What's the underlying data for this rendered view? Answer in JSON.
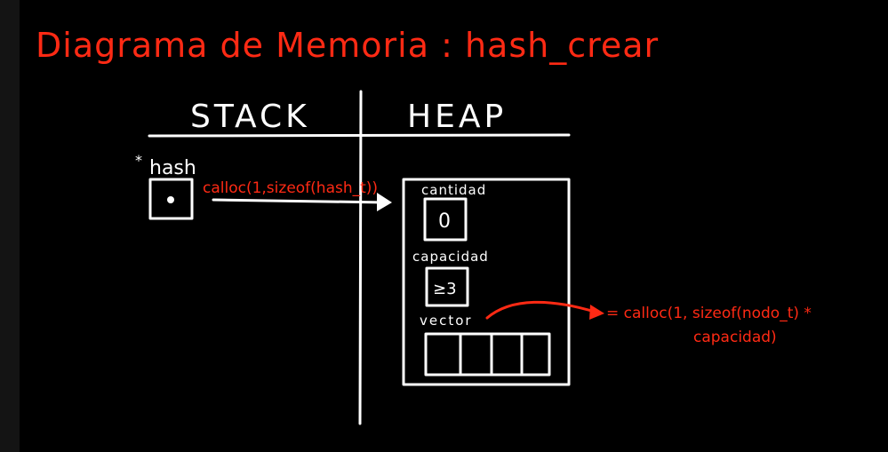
{
  "title": "Diagrama de Memoria : hash_crear",
  "stack_label": "STACK",
  "heap_label": "HEAP",
  "hash_label": "hash",
  "hash_pointer_mark": "*",
  "hash_call": "calloc(1,sizeof(hash_t))",
  "cantidad_label": "cantidad",
  "cantidad_value": "0",
  "capacidad_label": "capacidad",
  "capacidad_value": "≥3",
  "vector_label": "vector",
  "vector_call_line1": "= calloc(1, sizeof(nodo_t) *",
  "vector_call_line2": "capacidad)",
  "colors": {
    "annotation": "#ff2a14",
    "ink": "#ffffff",
    "background": "#000000"
  }
}
